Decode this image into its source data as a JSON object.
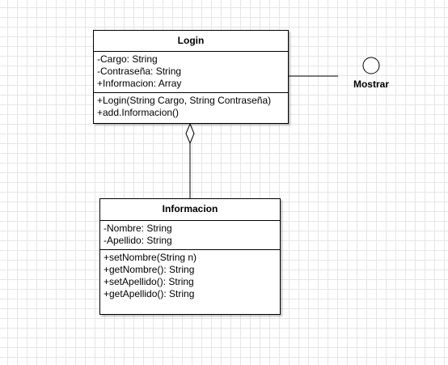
{
  "classes": {
    "login": {
      "name": "Login",
      "attributes": [
        "-Cargo: String",
        "-Contraseña: String",
        "+Informacion: Array"
      ],
      "methods": [
        "+Login(String Cargo, String Contraseña)",
        "+add.Informacion()"
      ]
    },
    "informacion": {
      "name": "Informacion",
      "attributes": [
        "-Nombre: String",
        "-Apellido: String"
      ],
      "methods": [
        "+setNombre(String n)",
        "+getNombre(): String",
        "+setApellido(): String",
        "+getApellido(): String"
      ]
    }
  },
  "actor": {
    "label": "Mostrar"
  }
}
